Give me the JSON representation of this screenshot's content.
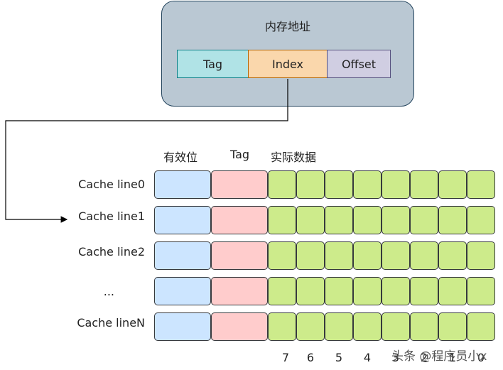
{
  "address": {
    "title": "内存地址",
    "fields": [
      "Tag",
      "Index",
      "Offset"
    ]
  },
  "columns": {
    "valid": "有效位",
    "tag": "Tag",
    "data": "实际数据"
  },
  "rows": [
    "Cache line0",
    "Cache line1",
    "Cache line2",
    "...",
    "Cache lineN"
  ],
  "bit_labels": [
    "7",
    "6",
    "5",
    "4",
    "3",
    "2",
    "1",
    "0"
  ],
  "watermark": "头条 @程序员小x",
  "colors": {
    "address_panel": "#bac8d3",
    "field_tag": "#b0e3e6",
    "field_index": "#fad7ac",
    "field_offset": "#d0cee2",
    "valid_bit": "#cce5ff",
    "tag_cell": "#ffcccc",
    "data_cell": "#cdeb8b"
  }
}
